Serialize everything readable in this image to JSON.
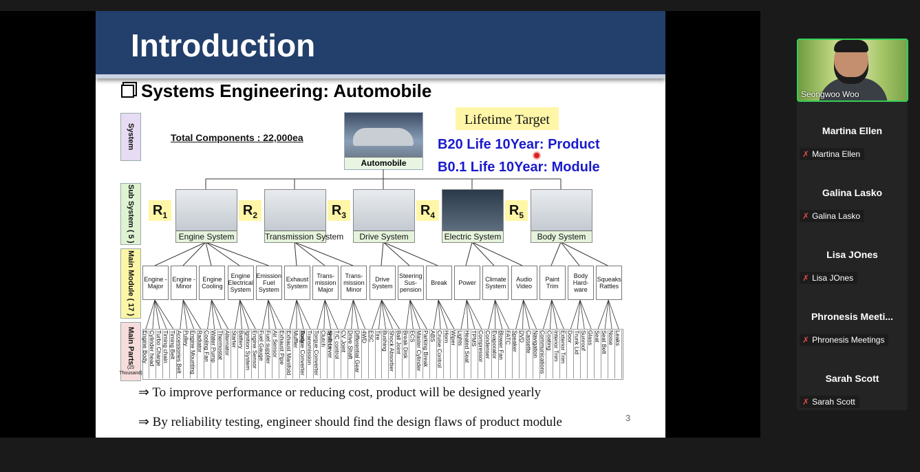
{
  "slide": {
    "title": "Introduction",
    "subheading": "Systems Engineering: Automobile",
    "total_components": "Total Components : 22,000ea",
    "system_top": "Automobile",
    "lifetime_target": "Lifetime Target",
    "targets": [
      "B20 Life 10Year: Product",
      "B0.1 Life 10Year: Module"
    ],
    "row_labels": [
      "System",
      "Sub System ( 5 )",
      "Main Module ( 17 )",
      "Main Parts"
    ],
    "parts_count_note": "(25 Thousand)",
    "r_labels": [
      "R",
      "R",
      "R",
      "R",
      "R"
    ],
    "r_subs": [
      "1",
      "2",
      "3",
      "4",
      "5"
    ],
    "subsystems": [
      "Engine System",
      "Transmission System",
      "Drive System",
      "Electric System",
      "Body System"
    ],
    "modules": [
      "Engine -Major",
      "Engine -Minor",
      "Engine Cooling",
      "Engine Electrical System",
      "Emission Fuel System",
      "Exhaust System",
      "Trans- mission Major",
      "Trans- mission Minor",
      "Drive System",
      "Steering Sus- pension",
      "Break",
      "Power",
      "Climate System",
      "Audio Video",
      "Paint Trim",
      "Body Hard- ware",
      "Squeaks Rattles"
    ],
    "parts": [
      "Engine Body",
      "Cylinder head",
      "Turbo Charge",
      "Timing chain",
      "Timing Belt",
      "Accessories Belt",
      "Pulley",
      "Engine Mounting",
      "Radiator",
      "Cooling Fan",
      "Water Pump",
      "Thermostat",
      "Alternator",
      "Starter",
      "Battery",
      "Ignition System",
      "Engine Sensor",
      "Fuel Gauge",
      "Fuel supplier",
      "Air Sensor",
      "Exhaust Pipe",
      "Exhaust Manifold",
      "Muffler",
      "Torque Converter",
      "Transmission Body",
      "Torque Converter",
      "Clutch",
      "Shift Lever",
      "T/C control system",
      "CV Joint",
      "Drive Shaft",
      "Differential Gear",
      "4WD",
      "ESC",
      "Tire",
      "Bushing",
      "Shock Absorber",
      "Ball Joint",
      "Break Disk",
      "ECS",
      "Master Cylinder",
      "Parking Break",
      "ABS",
      "Cruise Control",
      "Horn",
      "Wiper",
      "Lights",
      "Heated Seat",
      "TPMS",
      "Compressor",
      "Condenser",
      "Evaporator",
      "Blower Fan",
      "FATC",
      "Speaker",
      "DVD",
      "Cassette",
      "Navigation",
      "Communications",
      "Coating",
      "Interior Trim",
      "Exterior Trim",
      "Door",
      "Trunk Lid",
      "Sunroof",
      "Glass",
      "Seat",
      "Seat Belt",
      "Noise",
      "Leaks"
    ],
    "bullets": [
      "⇒ To improve performance or reducing cost, product will be designed yearly",
      "⇒ By reliability testing, engineer should find the design flaws of product module"
    ],
    "page_number": "3"
  },
  "participants": {
    "video": {
      "name": "Seongwoo Woo"
    },
    "list": [
      {
        "display": "Martina Ellen",
        "tag": "Martina Ellen"
      },
      {
        "display": "Galina Lasko",
        "tag": "Galina Lasko"
      },
      {
        "display": "Lisa JOnes",
        "tag": "Lisa JOnes"
      },
      {
        "display": "Phronesis  Meeti...",
        "tag": "Phronesis Meetings"
      },
      {
        "display": "Sarah Scott",
        "tag": "Sarah Scott"
      }
    ],
    "muted_icon": "mic-muted-icon"
  },
  "colors": {
    "header": "#233f6b",
    "target_text": "#1a1acc",
    "highlight": "#fff6a8",
    "active_speaker_border": "#34d058"
  }
}
